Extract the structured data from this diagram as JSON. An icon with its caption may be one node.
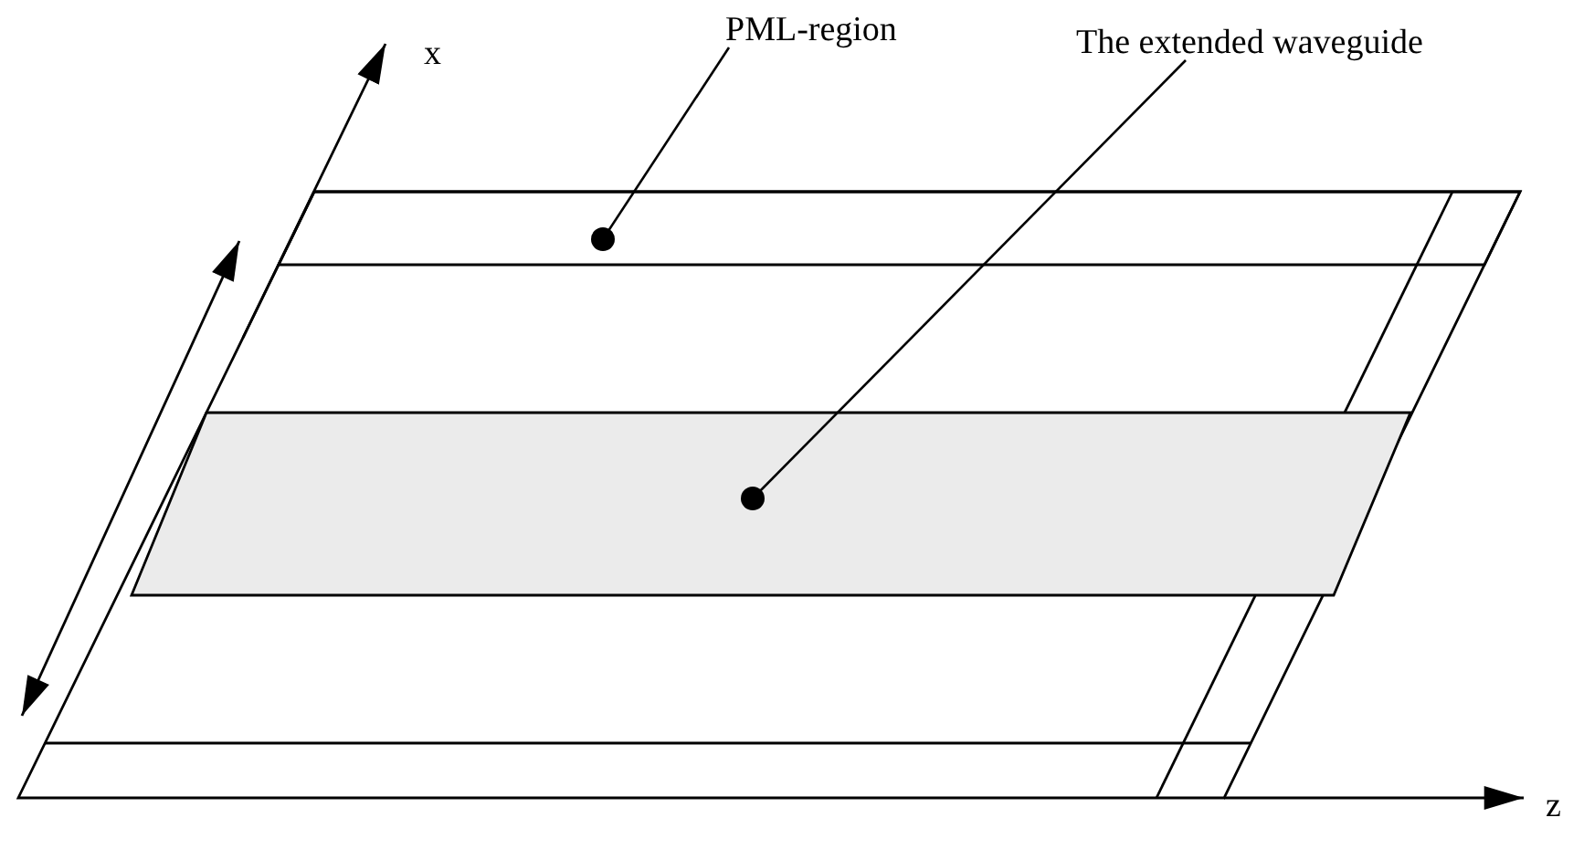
{
  "diagram": {
    "nodes": [
      {
        "text": [
          "PML-region"
        ]
      },
      {
        "text": [
          "The extended waveguide"
        ]
      },
      {
        "text": [],
        "shape": "band"
      },
      {
        "text": [],
        "shape": "parallelogram"
      }
    ],
    "edges": [
      {
        "from": 0,
        "to": 2,
        "arrow": "other"
      },
      {
        "from": 1,
        "to": 3,
        "arrow": "other"
      }
    ],
    "labels": [
      "x",
      "z"
    ]
  }
}
